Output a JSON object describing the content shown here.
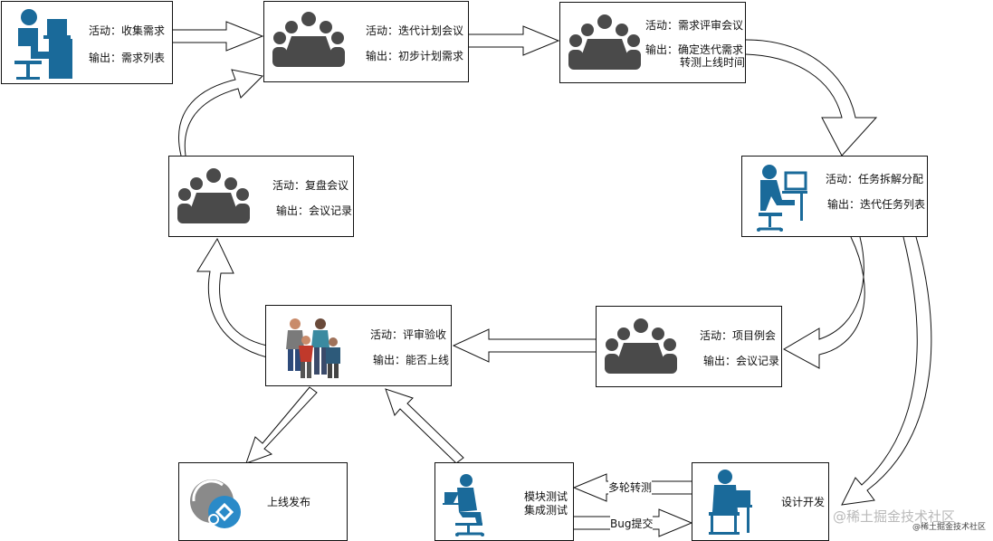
{
  "nodes": {
    "collect": {
      "activity": "活动：收集需求",
      "output": "输出：需求列表"
    },
    "iter_plan": {
      "activity": "活动：迭代计划会议",
      "output": "输出：初步计划需求"
    },
    "review_req": {
      "activity": "活动：需求评审会议",
      "output_line1": "输出：确定迭代需求",
      "output_line2": "转测上线时间"
    },
    "task_split": {
      "activity": "活动：任务拆解分配",
      "output": "输出：迭代任务列表"
    },
    "retro": {
      "activity": "活动：复盘会议",
      "output": "输出：会议记录"
    },
    "acceptance": {
      "activity": "活动：评审验收",
      "output": "输出：能否上线"
    },
    "standup": {
      "activity": "活动：项目例会",
      "output": "输出：会议记录"
    },
    "release": {
      "label": "上线发布"
    },
    "testing": {
      "line1": "模块测试",
      "line2": "集成测试"
    },
    "develop": {
      "label": "设计开发"
    }
  },
  "edge_labels": {
    "retest": "多轮转测",
    "bug_submit": "Bug提交"
  },
  "watermark": {
    "main": "@稀土掘金技术社区",
    "small": "@稀土掘金技术社区"
  },
  "colors": {
    "icon_gray": "#4a4a4a",
    "icon_blue": "#1a6a9a"
  },
  "icons": [
    "desk-worker-icon",
    "meeting-icon",
    "computer-worker-icon",
    "team-people-icon",
    "azure-devops-icon"
  ]
}
